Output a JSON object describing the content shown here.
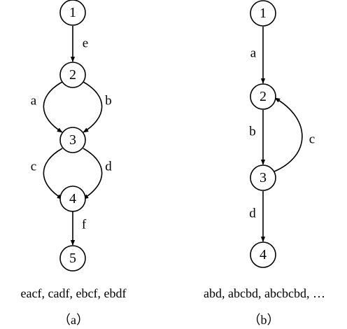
{
  "diagram_a": {
    "nodes": [
      "1",
      "2",
      "3",
      "4",
      "5"
    ],
    "edge_labels": {
      "e": "e",
      "a": "a",
      "b": "b",
      "c": "c",
      "d": "d",
      "f": "f"
    },
    "paths_text": "eacf, cadf, ebcf, ebdf",
    "caption": "（a）"
  },
  "diagram_b": {
    "nodes": [
      "1",
      "2",
      "3",
      "4"
    ],
    "edge_labels": {
      "a": "a",
      "b": "b",
      "c": "c",
      "d": "d"
    },
    "paths_text": "abd, abcbd, abcbcbd, …",
    "caption": "（b）"
  }
}
